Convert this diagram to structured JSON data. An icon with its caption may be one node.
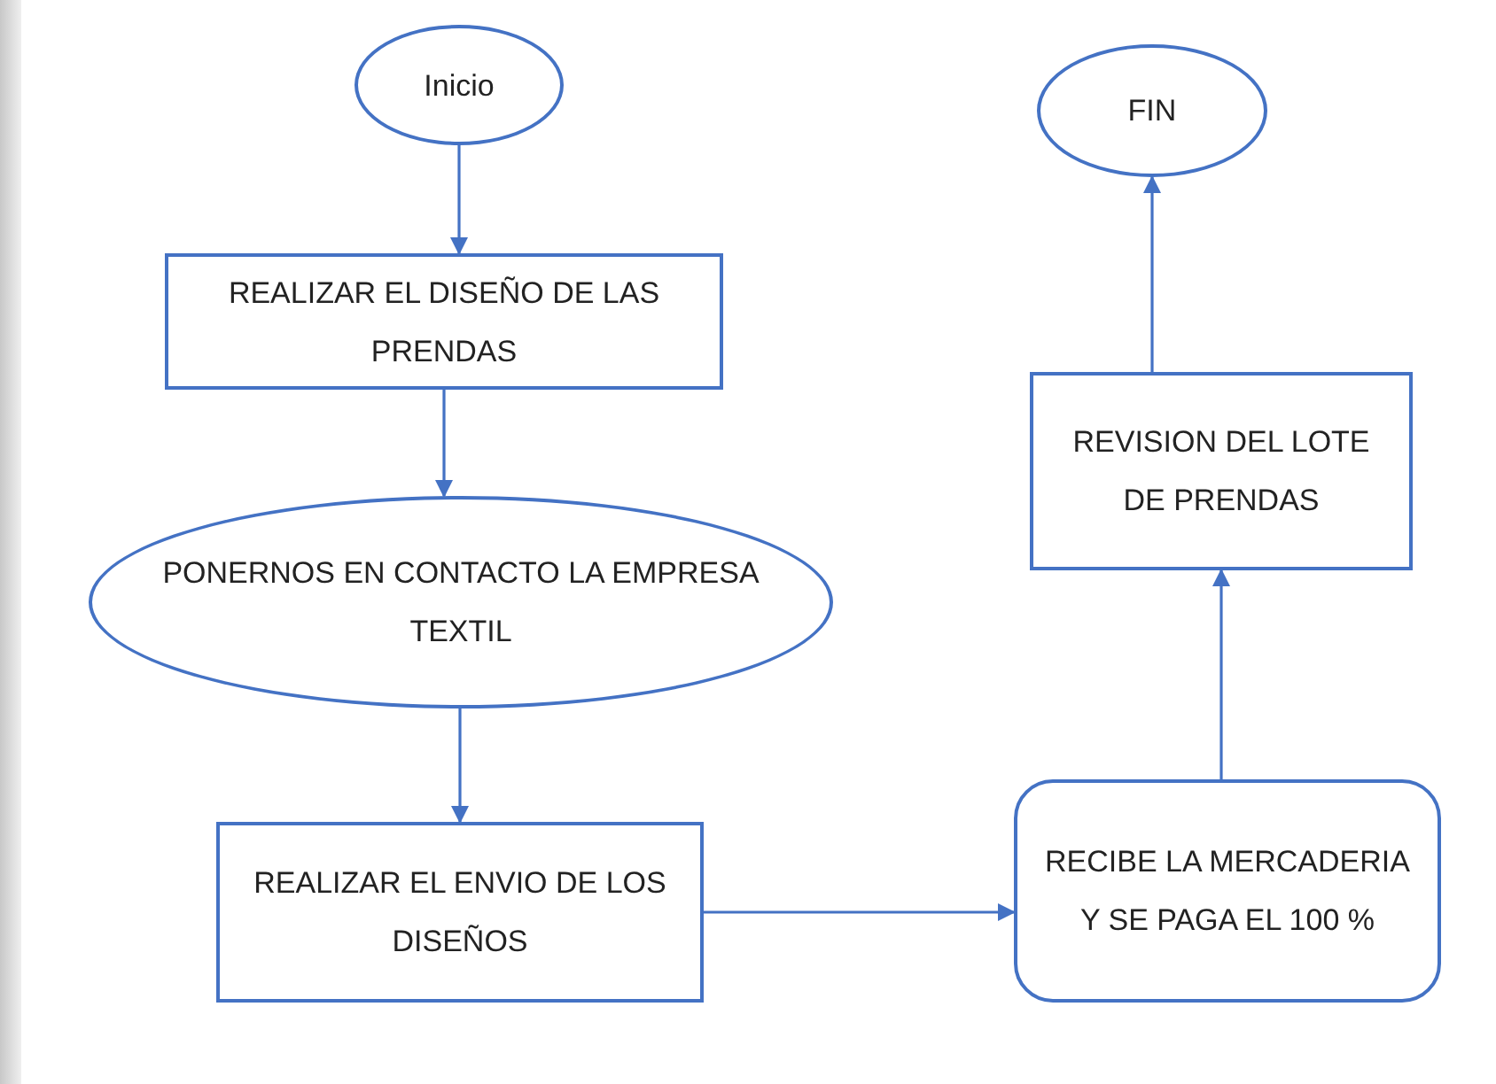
{
  "diagram": {
    "nodes": [
      {
        "text": [
          "Inicio"
        ]
      },
      {
        "text": [
          "REALIZAR EL DISEÑO DE LAS PRENDAS"
        ]
      },
      {
        "text": [
          "PONERNOS EN CONTACTO LA EMPRESA TEXTIL"
        ]
      },
      {
        "text": [
          "REALIZAR EL ENVIO DE LOS DISEÑOS"
        ]
      },
      {
        "text": [
          "RECIBE LA MERCADERIA Y SE PAGA EL 100 %"
        ]
      },
      {
        "text": [
          "REVISION DEL LOTE DE PRENDAS"
        ]
      },
      {
        "text": [
          "FIN"
        ]
      }
    ],
    "edges": [
      {
        "from": 0,
        "to": 1,
        "arrow": "to"
      },
      {
        "from": 1,
        "to": 2,
        "arrow": "to"
      },
      {
        "from": 2,
        "to": 3,
        "arrow": "to"
      },
      {
        "from": 3,
        "to": 4,
        "arrow": "to"
      },
      {
        "from": 4,
        "to": 5,
        "arrow": "to"
      },
      {
        "from": 5,
        "to": 6,
        "arrow": "to"
      }
    ]
  }
}
